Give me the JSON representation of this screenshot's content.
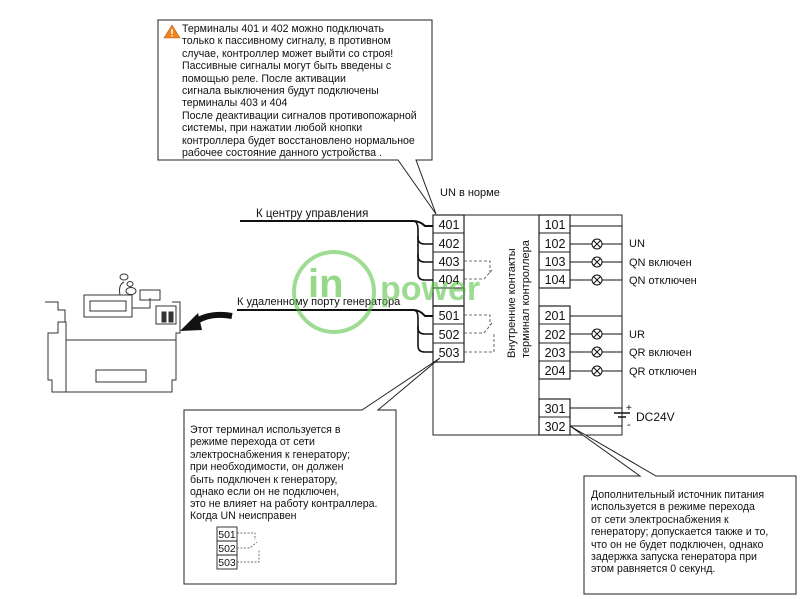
{
  "warning_note": {
    "lines": [
      "Терминалы 401 и 402 можно подключать",
      "только к пассивному сигналу, в противном",
      "случае, контроллер может выйти со строя!",
      "Пассивные сигналы могут быть введены с",
      "помощью реле. После активации",
      "сигнала выключения будут подключены",
      "терминалы 403 и 404",
      "После деактивации сигналов противопожарной",
      "системы, при нажатии любой кнопки",
      "контроллера будет восстановлено нормальное",
      "рабочее состояние данного устройства   ."
    ]
  },
  "un_normal_label": "UN в норме",
  "to_control_center": "К центру управления",
  "to_generator_port": "К удаленному порту генератора",
  "controller_label_1": "Внутренние контакты",
  "controller_label_2": "терминал контроллера",
  "left_terminals": [
    "401",
    "402",
    "403",
    "404",
    "501",
    "502",
    "503"
  ],
  "right_terminals": [
    "101",
    "102",
    "103",
    "104",
    "201",
    "202",
    "203",
    "204",
    "301",
    "302"
  ],
  "indicators": {
    "un": "UN",
    "qn_on": "QN включен",
    "qn_off": "QN отключен",
    "ur": "UR",
    "qr_on": "QR включен",
    "qr_off": "QR отключен"
  },
  "dc_label": "DC24V",
  "dc_plus": "+",
  "dc_minus": "-",
  "note_503": {
    "lines": [
      "Этот терминал используется в",
      "режиме перехода от сети",
      "электроснабжения к генератору;",
      "при необходимости, он должен",
      "быть подключен к генератору,",
      "однако если он не подключен,",
      "это не влияет на работу контраллера."
    ]
  },
  "un_fault_label": "Когда UN неисправен",
  "small_terminals": [
    "501",
    "502",
    "503"
  ],
  "note_302": {
    "lines": [
      "Дополнительный источник питания",
      "используется в режиме перехода",
      "от сети электроснабжения к",
      "генератору; допускается также и то,",
      "что он не будет подключен, однако",
      "задержка запуска генератора при",
      "этом равняется 0 секунд."
    ]
  },
  "watermark": {
    "in": "in",
    "power": "power"
  },
  "colors": {
    "line": "#222222",
    "watermark": "#4fbf3a",
    "warning": "#f0821e"
  }
}
